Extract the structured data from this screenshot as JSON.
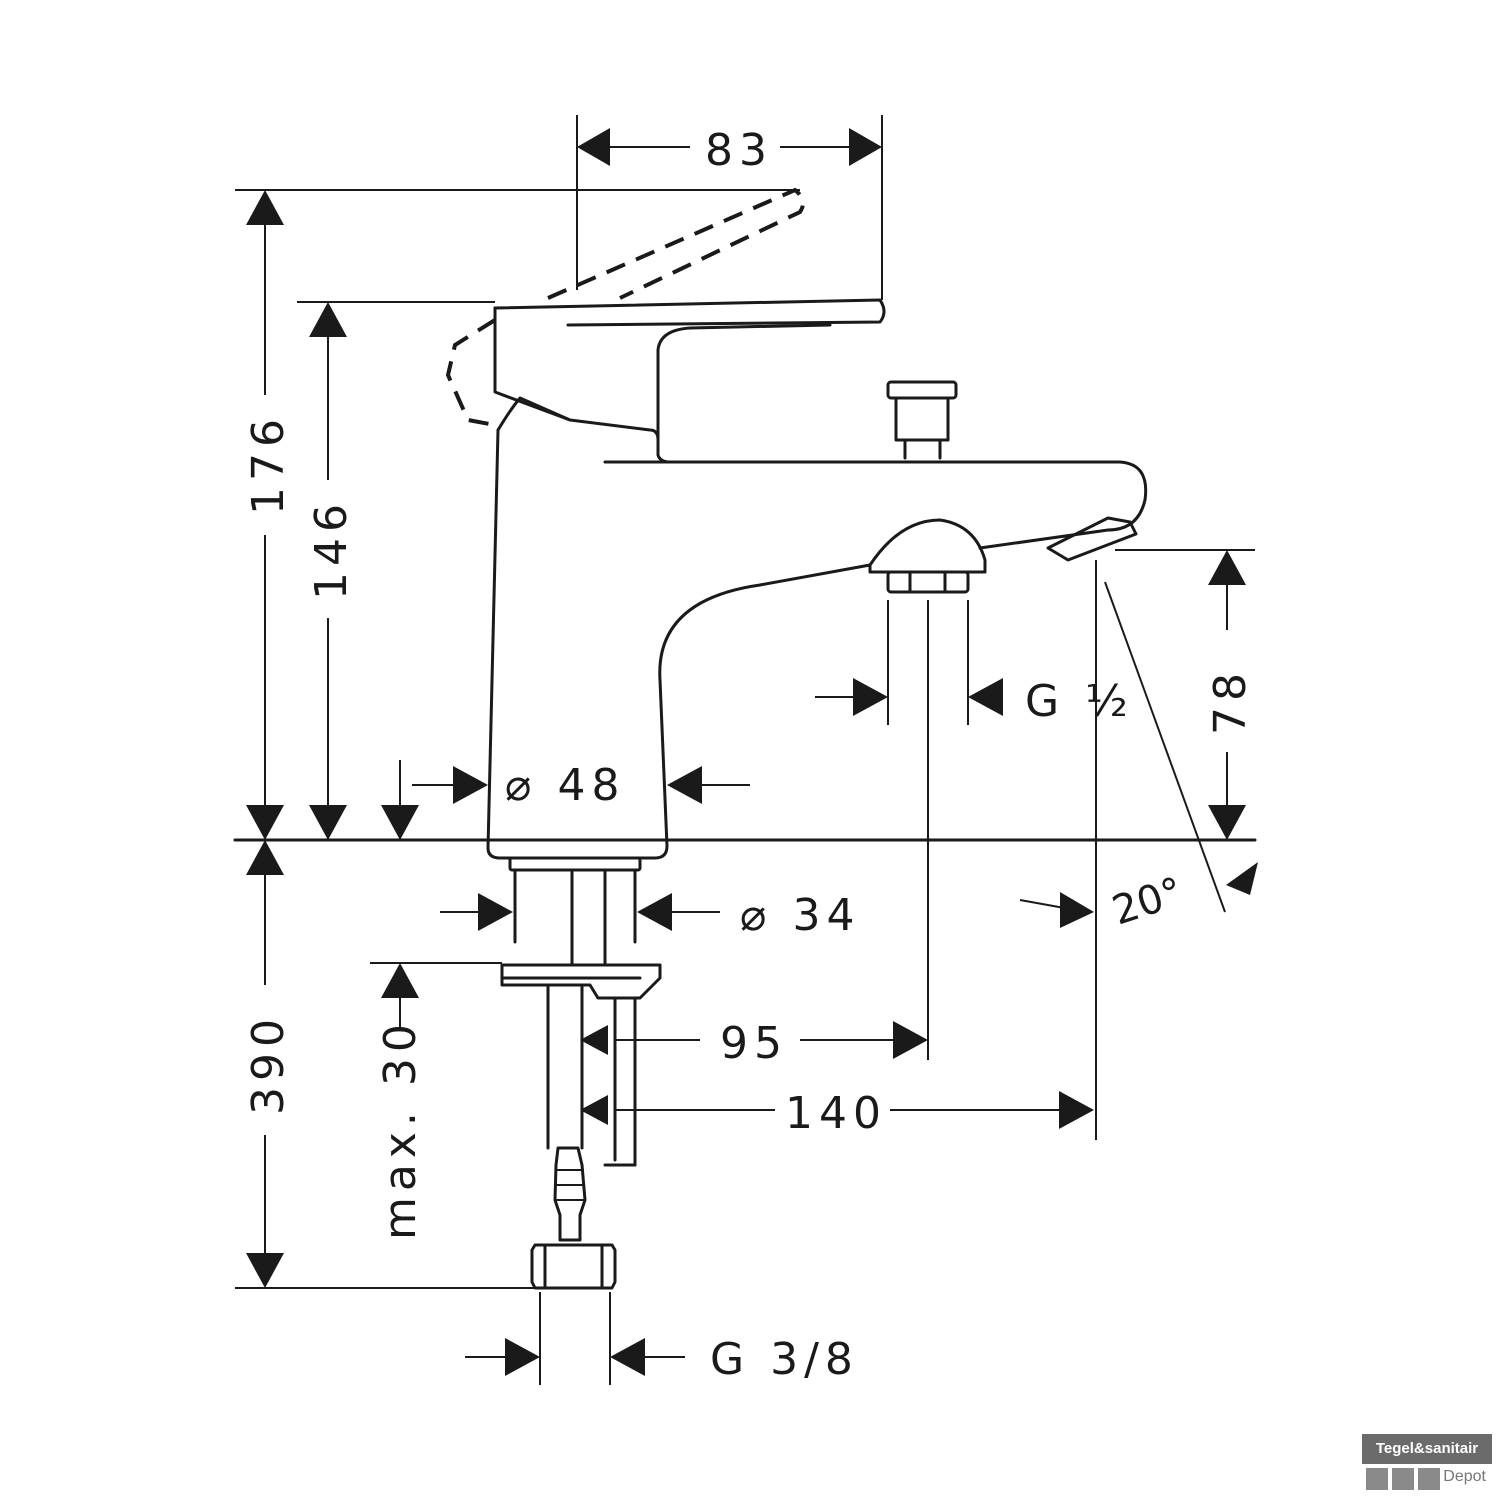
{
  "dimensions": {
    "width_top": "83",
    "height_total": "176",
    "height_body": "146",
    "spout_height": "78",
    "body_diameter": "⌀ 48",
    "shank_diameter": "⌀ 34",
    "spout_thread": "G ½",
    "connection_thread": "G 3/8",
    "spout_angle": "20°",
    "hose_length": "390",
    "max_deck": "max. 30",
    "reach_outlet": "95",
    "reach_total": "140"
  },
  "watermark": {
    "brand": "Tegel&sanitair",
    "sub": "Depot"
  }
}
